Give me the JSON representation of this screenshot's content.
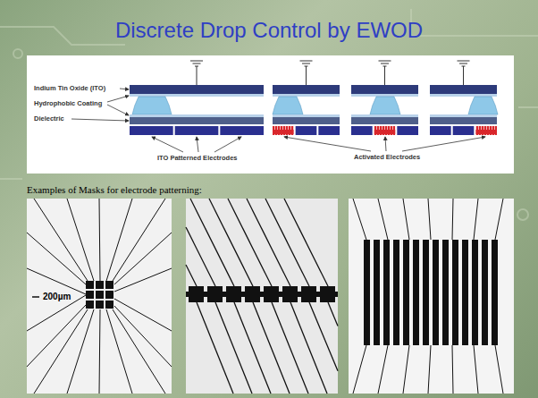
{
  "diagram": {
    "title": "Discrete Drop Control by EWOD",
    "labels": [
      "Indium Tin Oxide (ITO)",
      "Hydrophobic Coating",
      "Dielectric",
      "ITO Patterned Electrodes",
      "Activated Electrodes",
      "Examples of Masks for electrode patterning:",
      "200µm"
    ]
  }
}
